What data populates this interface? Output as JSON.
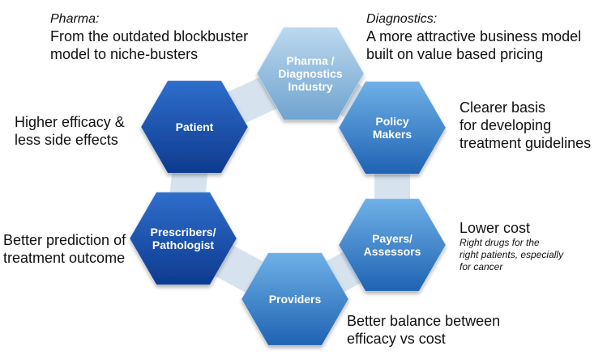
{
  "nodes": [
    {
      "id": "pharma",
      "lines": [
        "Pharma /",
        "Diagnostics",
        "Industry"
      ],
      "color": "light"
    },
    {
      "id": "policy",
      "lines": [
        "Policy",
        "Makers"
      ],
      "color": "mid"
    },
    {
      "id": "payers",
      "lines": [
        "Payers/",
        "Assessors"
      ],
      "color": "mid"
    },
    {
      "id": "providers",
      "lines": [
        "Providers"
      ],
      "color": "mid"
    },
    {
      "id": "prescribers",
      "lines": [
        "Prescribers/",
        "Pathologist"
      ],
      "color": "dark"
    },
    {
      "id": "patient",
      "lines": [
        "Patient"
      ],
      "color": "dark"
    }
  ],
  "colors": {
    "light_top": "#bcd8ee",
    "light_bottom": "#6fa3cf",
    "mid_top": "#6fb0e6",
    "mid_bottom": "#1f63b3",
    "dark_top": "#2f6ecb",
    "dark_bottom": "#0e3a8f",
    "connector": "#d6e3ef"
  },
  "captions": {
    "pharma": {
      "heading": "Pharma:",
      "lines": [
        "From the outdated blockbuster",
        "model to niche-busters"
      ]
    },
    "diagnostics": {
      "heading": "Diagnostics:",
      "lines": [
        "A more attractive business model",
        "built on value based pricing"
      ]
    },
    "policy": {
      "lines": [
        "Clearer basis",
        "for developing",
        "treatment guidelines"
      ]
    },
    "payers": {
      "lines": [
        "Lower cost"
      ],
      "sub": [
        "Right drugs for the",
        "right patients, especially",
        "for cancer"
      ]
    },
    "providers": {
      "lines": [
        "Better balance between",
        "efficacy vs cost"
      ]
    },
    "prescribers": {
      "lines": [
        "Better prediction of",
        "treatment outcome"
      ]
    },
    "patient": {
      "lines": [
        "Higher efficacy &",
        "less side effects"
      ]
    }
  }
}
